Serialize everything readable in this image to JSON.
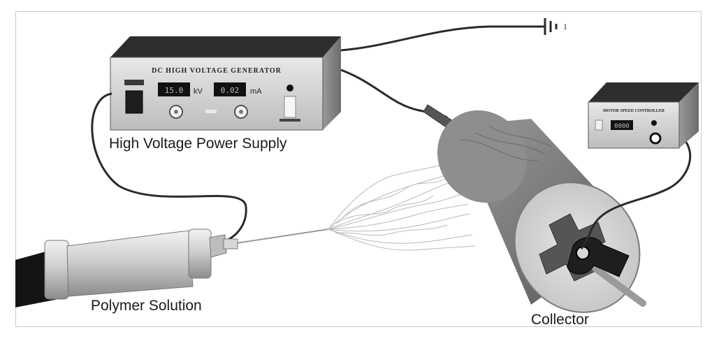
{
  "labels": {
    "power_supply": "High Voltage Power Supply",
    "polymer_solution": "Polymer Solution",
    "collector": "Collector"
  },
  "generator": {
    "title": "DC HIGH VOLTAGE GENERATOR",
    "voltage_unit": "kV",
    "current_unit": "mA",
    "voltage_display": "15.0",
    "current_display": "0.02"
  },
  "speed_controller": {
    "title": "MOTOR SPEED CONTROLLER",
    "display": "0000"
  },
  "ground_mark": "1",
  "colors": {
    "background": "#ffffff",
    "device_top": "#2e2e2e",
    "device_front": "#d6d6d6",
    "drum": "#7a7a7a",
    "wire": "#2a2a2a"
  }
}
